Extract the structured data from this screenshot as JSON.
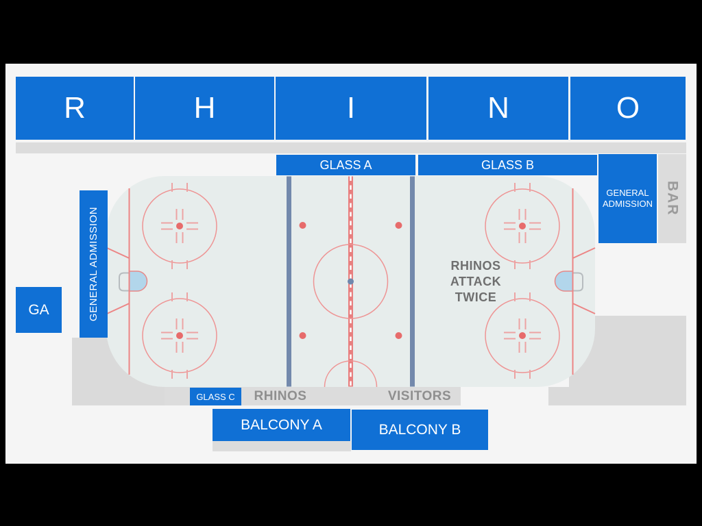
{
  "colors": {
    "section_blue": "#1070d5",
    "page_background": "#000000",
    "panel_background": "#f5f5f5",
    "strip_gray": "#dcdcdc",
    "block_gray": "#dadada",
    "ice_fill": "#e7edec",
    "red_line": "#ec8585",
    "red_dot": "#e76b6b",
    "blue_line": "#7389ac",
    "crease_blue": "#b2d6eb",
    "gray_text": "#8f8f8f",
    "note_text": "#6f6f6f"
  },
  "header": {
    "letters": [
      "R",
      "H",
      "I",
      "N",
      "O"
    ]
  },
  "sections": {
    "glass_a": {
      "label": "GLASS A"
    },
    "glass_b": {
      "label": "GLASS B"
    },
    "glass_c": {
      "label": "GLASS C"
    },
    "general_admission_right": {
      "label": "GENERAL ADMISSION"
    },
    "bar": {
      "label": "BAR"
    },
    "general_admission_left": {
      "label": "GENERAL ADMISSION"
    },
    "ga": {
      "label": "GA"
    },
    "balcony_a": {
      "label": "BALCONY A"
    },
    "balcony_b": {
      "label": "BALCONY B"
    }
  },
  "benches": {
    "home": "RHINOS",
    "visitors": "VISITORS"
  },
  "rink_note": {
    "line1": "RHINOS",
    "line2": "ATTACK",
    "line3": "TWICE"
  }
}
